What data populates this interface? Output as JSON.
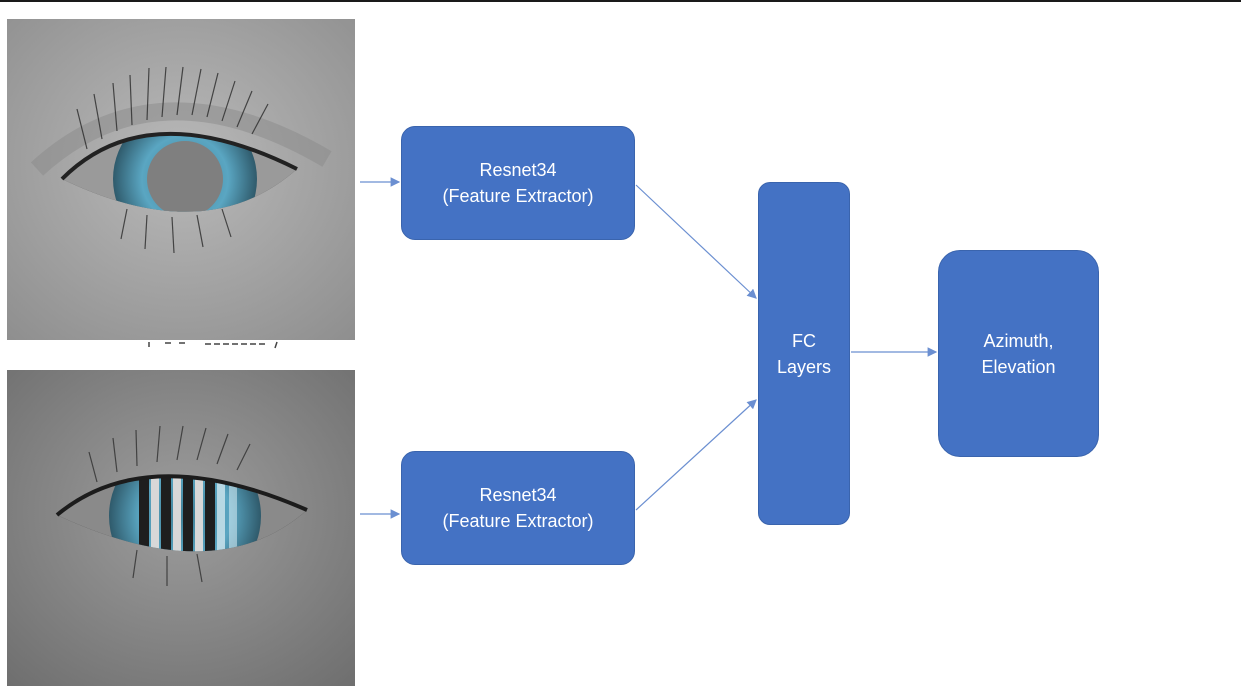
{
  "colors": {
    "box_fill": "#4472c4",
    "box_text": "#ffffff",
    "arrow": "#6b8fd1",
    "iris": "#5aa6c2"
  },
  "inputs": {
    "top_image": "eye-image-plain-pupil",
    "bottom_image": "eye-image-fringe-pattern"
  },
  "nodes": {
    "resnet_top": {
      "line1": "Resnet34",
      "line2": "(Feature Extractor)"
    },
    "resnet_bottom": {
      "line1": "Resnet34",
      "line2": "(Feature Extractor)"
    },
    "fc": {
      "line1": "FC",
      "line2": "Layers"
    },
    "output": {
      "line1": "Azimuth,",
      "line2": "Elevation"
    }
  }
}
